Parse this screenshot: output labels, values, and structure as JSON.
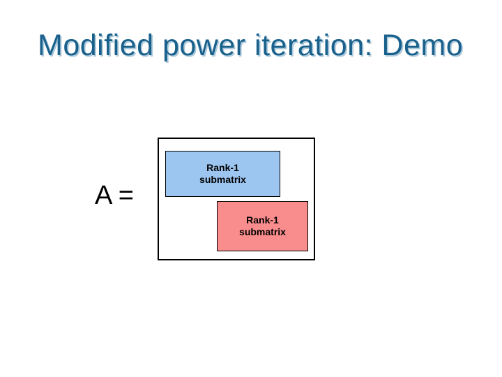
{
  "slide": {
    "title": "Modified power iteration: Demo",
    "equation_label": "A =",
    "diagram": {
      "top_box_label": "Rank-1\nsubmatrix",
      "bottom_box_label": "Rank-1\nsubmatrix"
    },
    "colors": {
      "title_color": "#19618C",
      "title_shadow": "#AECADB",
      "top_box_fill": "#9CC6F0",
      "bottom_box_fill": "#F98C8C",
      "box_border": "#000000",
      "text_color": "#000000",
      "background": "#FFFFFF"
    }
  }
}
